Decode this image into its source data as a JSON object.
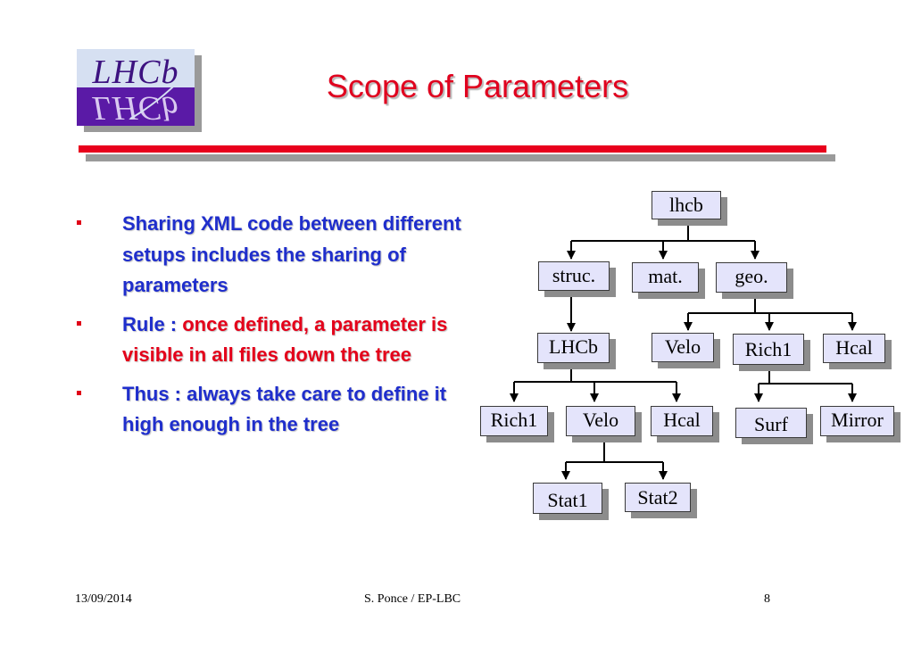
{
  "logo": {
    "text_top": "LHCb",
    "text_bottom": "LHCb"
  },
  "slide": {
    "title": "Scope of Parameters"
  },
  "bullets": [
    {
      "parts": [
        "Sharing XML code between different setups includes the sharing of parameters"
      ]
    },
    {
      "parts": [
        "Rule : ",
        "once defined, a parameter is visible in all files down the tree"
      ]
    },
    {
      "parts": [
        "Thus : always take care to define it high enough in the tree"
      ]
    }
  ],
  "tree": {
    "nodes": {
      "lhcb": "lhcb",
      "struc": "struc.",
      "mat": "mat.",
      "geo": "geo.",
      "lhcb_det": "LHCb",
      "velo_geo": "Velo",
      "rich1_geo": "Rich1",
      "hcal_geo": "Hcal",
      "rich1_struc": "Rich1",
      "velo_struc": "Velo",
      "hcal_struc": "Hcal",
      "surf": "Surf",
      "mirror": "Mirror",
      "stat1": "Stat1",
      "stat2": "Stat2"
    }
  },
  "footer": {
    "date": "13/09/2014",
    "author": "S. Ponce / EP-LBC",
    "page": "8"
  },
  "colors": {
    "title": "#e0001e",
    "bullet_text": "#1f2ecc",
    "highlight": "#e4001a",
    "rule_bar": "#e8001c",
    "node_fill": "#e4e4fb"
  }
}
